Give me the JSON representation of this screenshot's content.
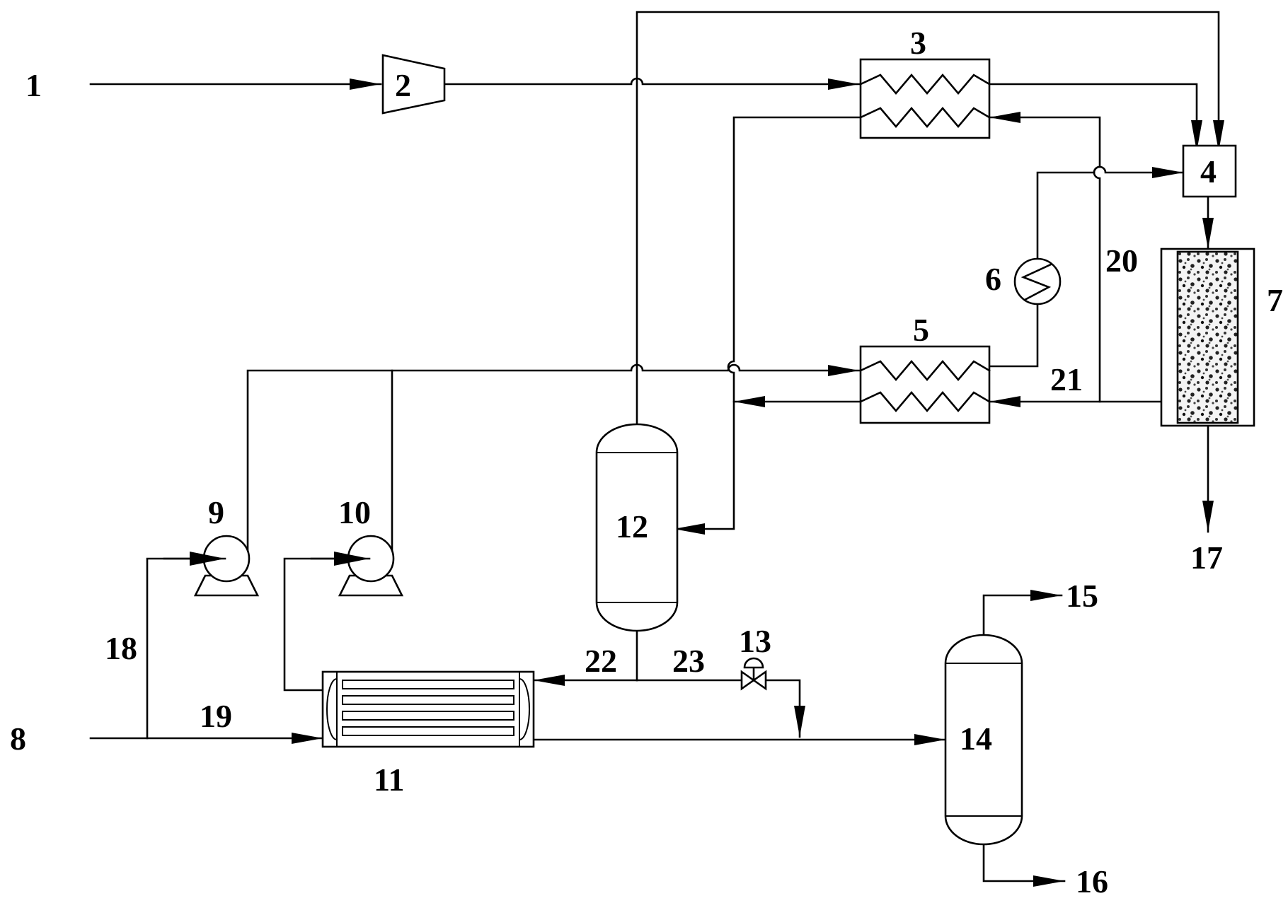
{
  "labels": {
    "s1": "1",
    "e2": "2",
    "e3": "3",
    "e4": "4",
    "e5": "5",
    "e6": "6",
    "e7": "7",
    "s8": "8",
    "e9": "9",
    "e10": "10",
    "e11": "11",
    "e12": "12",
    "e13": "13",
    "e14": "14",
    "s15": "15",
    "s16": "16",
    "s17": "17",
    "s18": "18",
    "s19": "19",
    "s20": "20",
    "s21": "21",
    "s22": "22",
    "s23": "23"
  }
}
